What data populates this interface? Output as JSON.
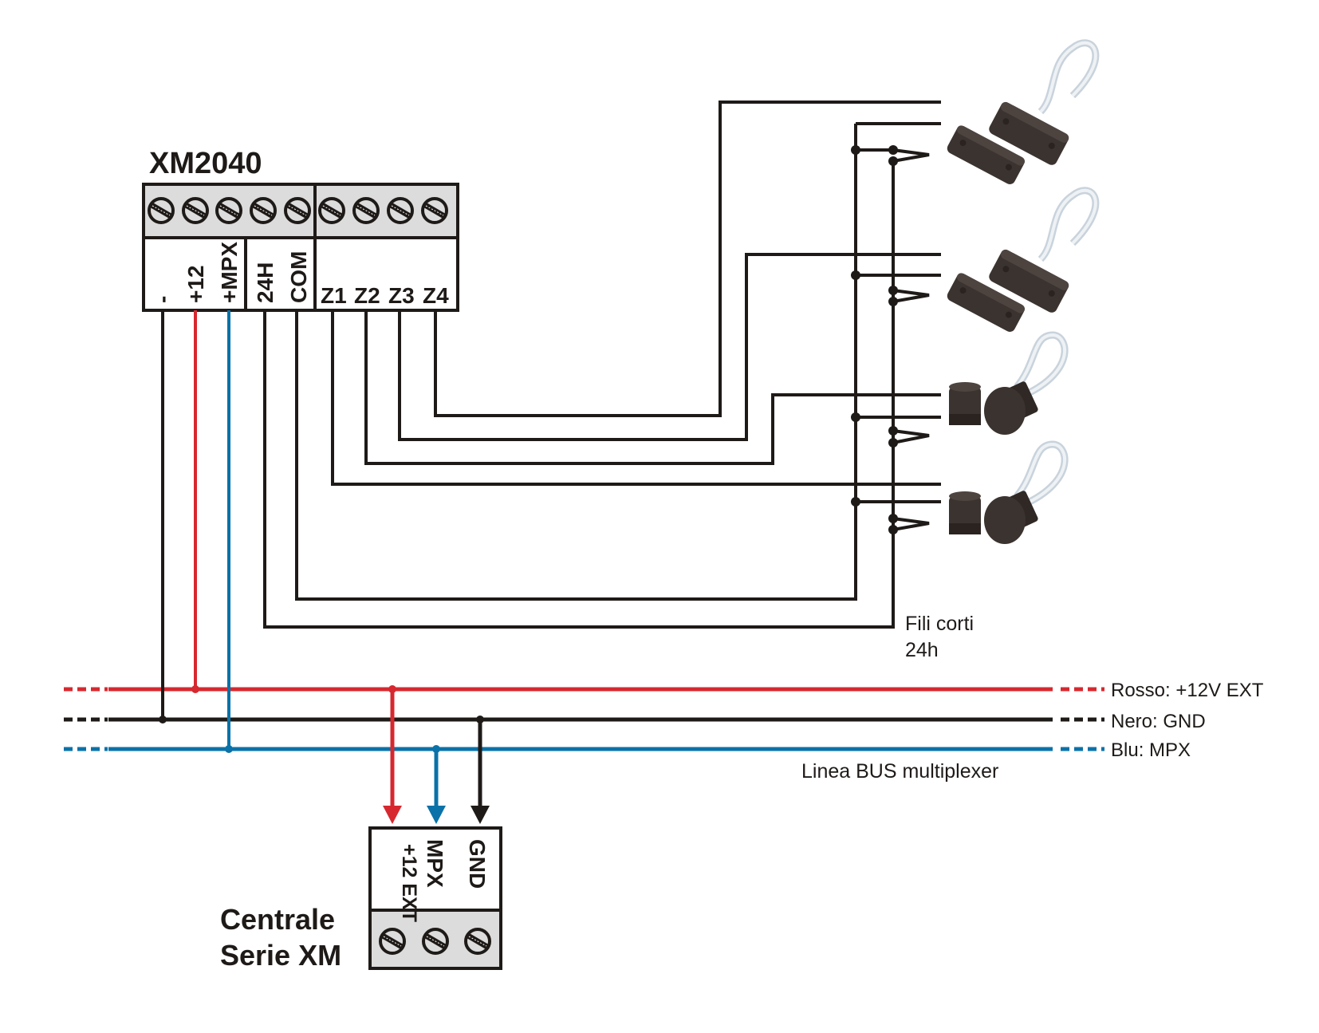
{
  "module": {
    "title": "XM2040",
    "terminals": [
      "-",
      "+12",
      "+MPX",
      "24H",
      "COM",
      "Z1",
      "Z2",
      "Z3",
      "Z4"
    ]
  },
  "central": {
    "title_line1": "Centrale",
    "title_line2": "Serie XM",
    "terminals": [
      "+12 EXT",
      "MPX",
      "GND"
    ]
  },
  "bus": {
    "label": "Linea BUS multiplexer",
    "legend": [
      {
        "label": "Rosso: +12V EXT",
        "color": "#d7282f"
      },
      {
        "label": "Nero: GND",
        "color": "#1e1a18"
      },
      {
        "label": "Blu: MPX",
        "color": "#0a72a8"
      }
    ]
  },
  "annotation": {
    "line1": "Fili corti",
    "line2": "24h"
  },
  "sensors": [
    {
      "type": "rectangular-magnetic-contact",
      "zone": "Z4"
    },
    {
      "type": "rectangular-magnetic-contact",
      "zone": "Z3"
    },
    {
      "type": "cylindrical-magnetic-contact",
      "zone": "Z2"
    },
    {
      "type": "cylindrical-magnetic-contact",
      "zone": "Z1"
    }
  ],
  "colors": {
    "red": "#d7282f",
    "black": "#1e1a18",
    "blue": "#0a72a8",
    "terminal_gray": "#dcdcdc",
    "sensor_brown": "#3b332f"
  }
}
